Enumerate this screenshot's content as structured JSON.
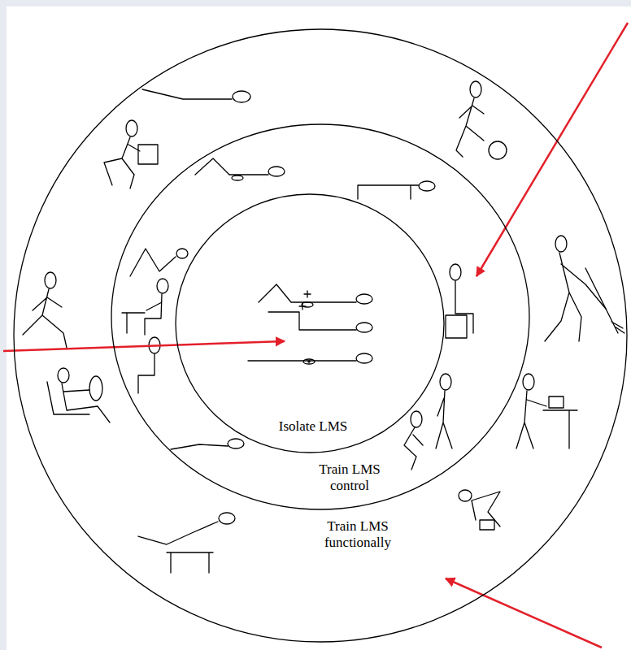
{
  "diagram": {
    "nodes": [
      {
        "text": [
          "Train LMS functionally"
        ]
      },
      {
        "text": [
          "Train LMS control"
        ],
        "in": 0
      },
      {
        "text": [
          "Isolate LMS"
        ],
        "in": 1
      }
    ]
  }
}
